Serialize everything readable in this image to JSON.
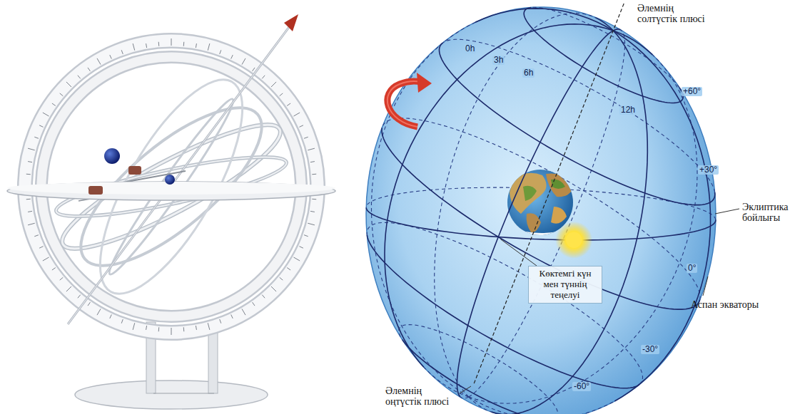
{
  "diagram": {
    "nodes": [
      {
        "text": [
          "Көктемгі күн мен түннің теңелуі"
        ]
      }
    ],
    "labels": [
      "0h",
      "3h",
      "6h",
      "+60°",
      "12h",
      "+30°",
      "Әлемнің солтүстік плюсі",
      "Эклиптика бойлығы",
      "0°",
      "Аспан экваторы",
      "-30°",
      "-60°",
      "Әлемнің оңтүстік плюсі"
    ]
  }
}
